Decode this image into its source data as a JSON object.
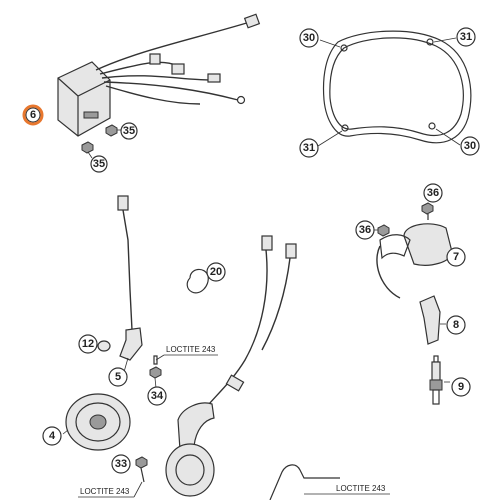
{
  "callouts": {
    "c6": "6",
    "c35a": "35",
    "c35b": "35",
    "c30a": "30",
    "c31a": "31",
    "c31b": "31",
    "c30b": "30",
    "c20": "20",
    "c12": "12",
    "c5": "5",
    "c34": "34",
    "c4": "4",
    "c33": "33",
    "c36a": "36",
    "c36b": "36",
    "c7": "7",
    "c8": "8",
    "c9": "9"
  },
  "notes": {
    "loctite_top": "LOCTITE 243",
    "loctite_bottom_left": "LOCTITE 243",
    "loctite_bottom_right": "LOCTITE 243"
  },
  "colors": {
    "highlight": "#e8772e",
    "line": "#333333"
  }
}
